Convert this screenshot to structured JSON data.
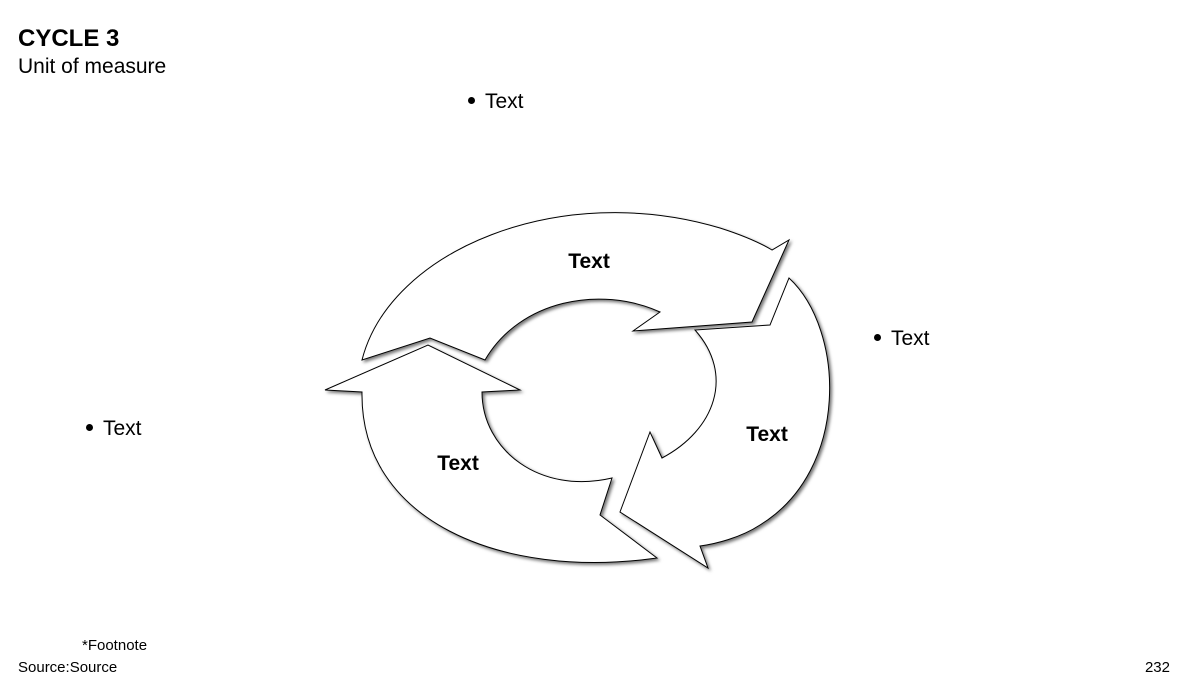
{
  "header": {
    "title": "CYCLE 3",
    "subtitle": "Unit of measure"
  },
  "bullets": {
    "top": "Text",
    "right": "Text",
    "left": "Text"
  },
  "cycle": {
    "segments": [
      {
        "label": "Text"
      },
      {
        "label": "Text"
      },
      {
        "label": "Text"
      }
    ]
  },
  "footer": {
    "footnote": "*Footnote",
    "source": "Source:Source",
    "page_number": "232"
  }
}
